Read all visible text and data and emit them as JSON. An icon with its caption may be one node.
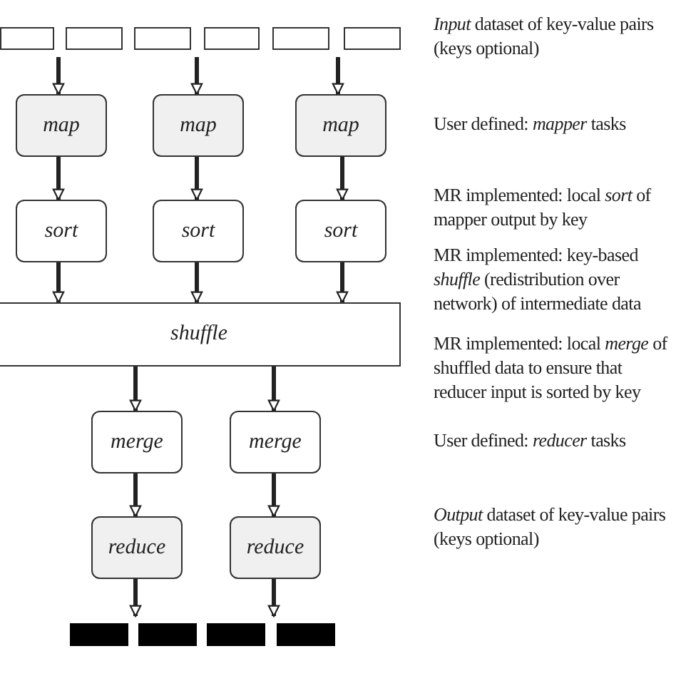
{
  "diagram": {
    "nodes": [
      {
        "text": [],
        "shape": "box"
      },
      {
        "text": [],
        "shape": "box"
      },
      {
        "text": [],
        "shape": "box"
      },
      {
        "text": [],
        "shape": "box"
      },
      {
        "text": [],
        "shape": "box"
      },
      {
        "text": [],
        "shape": "box"
      },
      {
        "text": [
          "map"
        ]
      },
      {
        "text": [
          "map"
        ]
      },
      {
        "text": [
          "map"
        ]
      },
      {
        "text": [
          "sort"
        ]
      },
      {
        "text": [
          "sort"
        ]
      },
      {
        "text": [
          "sort"
        ]
      },
      {
        "text": [
          "shuffle"
        ]
      },
      {
        "text": [
          "merge"
        ]
      },
      {
        "text": [
          "merge"
        ]
      },
      {
        "text": [
          "reduce"
        ]
      },
      {
        "text": [
          "reduce"
        ]
      },
      {
        "text": [],
        "shape": "bar"
      },
      {
        "text": [],
        "shape": "bar"
      },
      {
        "text": [],
        "shape": "bar"
      },
      {
        "text": [],
        "shape": "bar"
      }
    ],
    "edges": [
      {
        "from": 0,
        "to": 6,
        "arrow": "to"
      },
      {
        "from": 1,
        "to": 6,
        "arrow": "to"
      },
      {
        "from": 2,
        "to": 7,
        "arrow": "to"
      },
      {
        "from": 3,
        "to": 7,
        "arrow": "to"
      },
      {
        "from": 4,
        "to": 8,
        "arrow": "to"
      },
      {
        "from": 5,
        "to": 8,
        "arrow": "to"
      },
      {
        "from": 6,
        "to": 9,
        "arrow": "to"
      },
      {
        "from": 7,
        "to": 10,
        "arrow": "to"
      },
      {
        "from": 8,
        "to": 11,
        "arrow": "to"
      },
      {
        "from": 9,
        "to": 12,
        "arrow": "to"
      },
      {
        "from": 10,
        "to": 12,
        "arrow": "to"
      },
      {
        "from": 11,
        "to": 12,
        "arrow": "to"
      },
      {
        "from": 12,
        "to": 13,
        "arrow": "to"
      },
      {
        "from": 12,
        "to": 14,
        "arrow": "to"
      },
      {
        "from": 13,
        "to": 15,
        "arrow": "to"
      },
      {
        "from": 14,
        "to": 16,
        "arrow": "to"
      },
      {
        "from": 15,
        "to": 17,
        "arrow": "to"
      },
      {
        "from": 15,
        "to": 18,
        "arrow": "to"
      },
      {
        "from": 16,
        "to": 19,
        "arrow": "to"
      },
      {
        "from": 16,
        "to": 20,
        "arrow": "to"
      }
    ],
    "labels": [
      "*Input* dataset of key-value pairs (keys optional)",
      "User defined: *mapper* tasks",
      "MR implemented: local *sort* of mapper output by key",
      "MR implemented: key-based *shuffle* (redistribution over network) of intermediate data",
      "MR implemented: local *merge* of shuffled data to ensure that reducer input is sorted by key",
      "User defined: *reducer* tasks",
      "*Output* dataset of key-value pairs (keys optional)"
    ]
  }
}
